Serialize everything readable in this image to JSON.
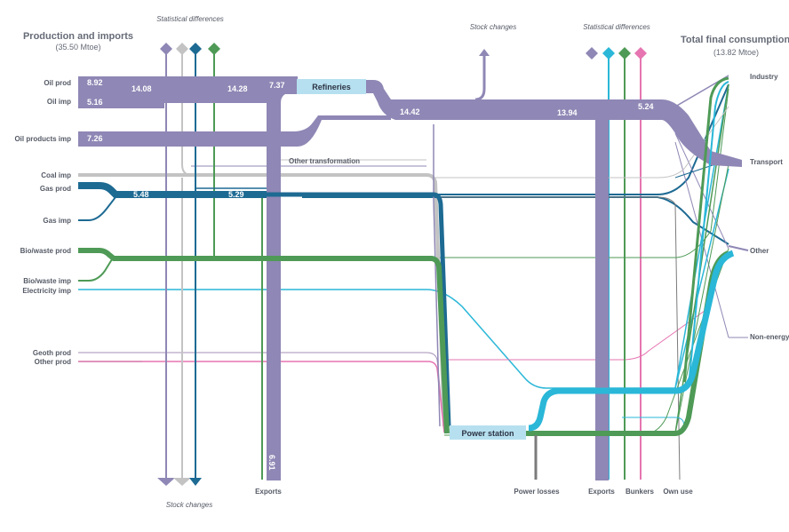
{
  "header_left": {
    "title": "Production and imports",
    "subtitle": "(35.50 Mtoe)"
  },
  "header_right": {
    "title": "Total final consumption",
    "subtitle": "(13.82 Mtoe)"
  },
  "top_labels": {
    "stat_diff_left": "Statistical differences",
    "stat_diff_right": "Statistical differences",
    "stock_changes_top": "Stock changes"
  },
  "bottom_labels": {
    "stock_changes_bottom": "Stock changes",
    "exports_left": "Exports",
    "power_losses": "Power losses",
    "exports_right": "Exports",
    "bunkers": "Bunkers",
    "own_use": "Own use"
  },
  "sources": [
    "Oil prod",
    "Oil imp",
    "Oil products imp",
    "Coal imp",
    "Gas prod",
    "Gas imp",
    "Bio/waste prod",
    "Bio/waste imp",
    "Electricity imp",
    "Geoth prod",
    "Other prod"
  ],
  "sinks": [
    "Industry",
    "Transport",
    "Other",
    "Non-energy"
  ],
  "nodes": {
    "refineries": "Refineries",
    "power_station": "Power station",
    "other_transformation": "Other transformation"
  },
  "values": {
    "oil_prod": "8.92",
    "oil_imp": "5.16",
    "oil_sum": "14.08",
    "oil_mid": "14.28",
    "refinery_in": "7.37",
    "refinery_out": "14.42",
    "oil_final": "13.94",
    "transport_split": "5.24",
    "oil_products_imp": "7.26",
    "gas_sum": "5.48",
    "gas_mid": "5.29",
    "exports_left_val": "6.91"
  },
  "colors": {
    "oil": "#8f87b5",
    "coal": "#c3c3c3",
    "gas": "#1d6a93",
    "bio": "#4e9a56",
    "electricity": "#2ab7d8",
    "geoth": "#7b7b7b",
    "other": "#e675b1",
    "refinery_box": "#b6e0ef",
    "label": "#555a66"
  }
}
